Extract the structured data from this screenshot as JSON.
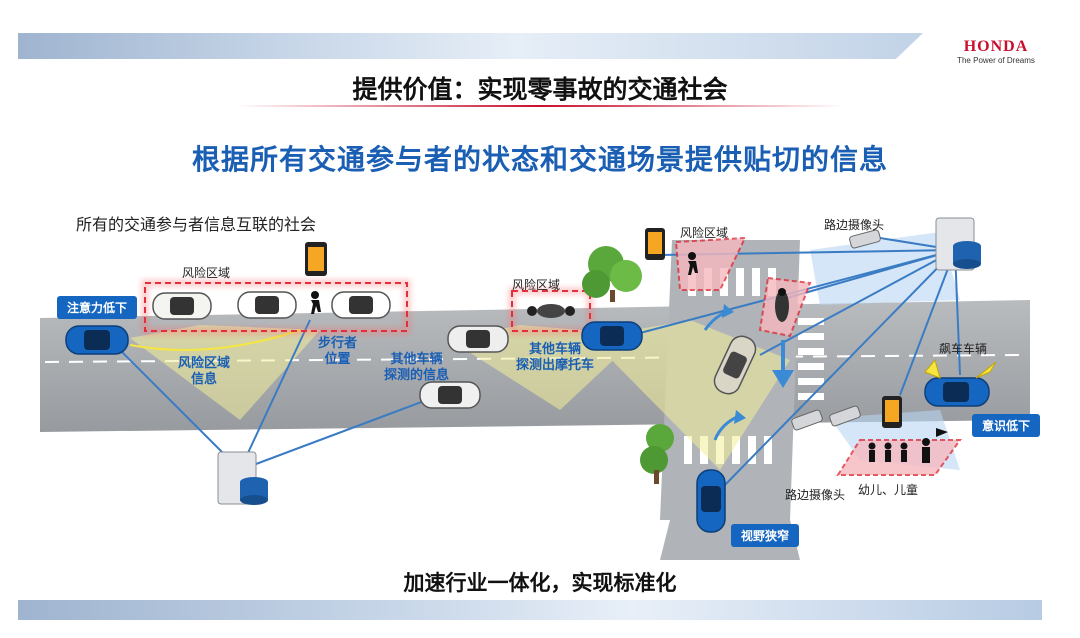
{
  "brand": {
    "name": "HONDA",
    "tagline": "The Power of Dreams"
  },
  "title": "提供价值：实现零事故的交通社会",
  "subtitle": "根据所有交通参与者的状态和交通场景提供贴切的信息",
  "left_heading": "所有的交通参与者信息互联的社会",
  "footer": "加速行业一体化，实现标准化",
  "labels": {
    "risk_zone_1": "风险区域",
    "risk_zone_2": "风险区域",
    "risk_zone_3": "风险区域",
    "roadside_camera_top": "路边摄像头",
    "roadside_camera_bottom": "路边摄像头",
    "children": "幼儿、儿童",
    "speeding_car": "飙车车辆",
    "risk_info_line1": "风险区域",
    "risk_info_line2": "信息",
    "pedestrian_line1": "步行者",
    "pedestrian_line2": "位置",
    "other_detect_line1": "其他车辆",
    "other_detect_line2": "探测的信息",
    "other_moto_line1": "其他车辆",
    "other_moto_line2": "探测出摩托车"
  },
  "badges": {
    "attention_low": "注意力低下",
    "awareness_low": "意识低下",
    "view_narrow": "视野狭窄"
  },
  "colors": {
    "accent_blue": "#1a5fb4",
    "badge_blue": "#1566c0",
    "risk_red": "#e0303c",
    "brand_red": "#c8102e",
    "road": "#a6a9ad",
    "hazard_yellow": "#f5e642"
  },
  "icons": [
    "server-icon",
    "smartphone-icon",
    "camera-icon",
    "tree-icon",
    "pedestrian-icon",
    "motorcycle-icon",
    "car-icon",
    "warning-burst-icon"
  ]
}
